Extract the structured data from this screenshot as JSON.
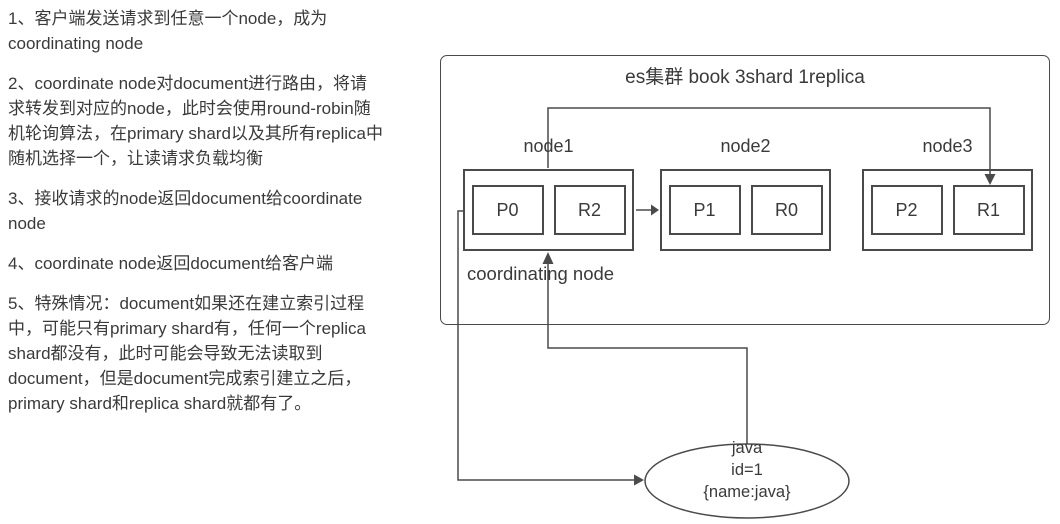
{
  "colors": {
    "line": "#4a4a4a",
    "text": "#3a3a3a",
    "background": "#ffffff"
  },
  "notes": {
    "paragraphs": [
      "1、客户端发送请求到任意一个node，成为\ncoordinating node",
      "2、coordinate node对document进行路由，将请\n求转发到对应的node，此时会使用round-robin随\n机轮询算法，在primary shard以及其所有replica中\n随机选择一个，让读请求负载均衡",
      "3、接收请求的node返回document给coordinate\nnode",
      "4、coordinate node返回document给客户端",
      "5、特殊情况：document如果还在建立索引过程\n中，可能只有primary shard有，任何一个replica\nshard都没有，此时可能会导致无法读取到\ndocument，但是document完成索引建立之后，\nprimary shard和replica shard就都有了。"
    ]
  },
  "diagram": {
    "cluster_title": "es集群 book 3shard 1replica",
    "coordinating_label": "coordinating node",
    "nodes": [
      {
        "label": "node1",
        "shards": [
          "P0",
          "R2"
        ]
      },
      {
        "label": "node2",
        "shards": [
          "P1",
          "R0"
        ]
      },
      {
        "label": "node3",
        "shards": [
          "P2",
          "R1"
        ]
      }
    ],
    "document_text": "java\nid=1\n{name:java}"
  }
}
